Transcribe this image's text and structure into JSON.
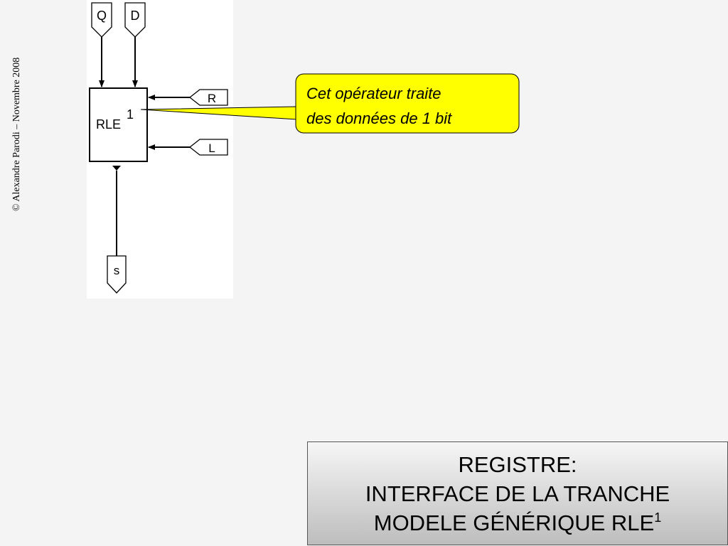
{
  "copyright": "© Alexandre Parodi – Novembre 2008",
  "diagram": {
    "inputs": {
      "q": "Q",
      "d": "D",
      "r": "R",
      "l": "L"
    },
    "output": "s",
    "block_label": "RLE",
    "block_superscript": "1",
    "callout": {
      "line1": "Cet opérateur traite",
      "line2": "des données de 1 bit"
    }
  },
  "title": {
    "line1": "REGISTRE:",
    "line2": "INTERFACE DE LA TRANCHE",
    "line3": "MODELE GÉNÉRIQUE RLE",
    "line3_superscript": "1"
  },
  "colors": {
    "background": "#f4f4f4",
    "callout_fill": "#ffff00",
    "diagram_panel": "#ffffff"
  }
}
